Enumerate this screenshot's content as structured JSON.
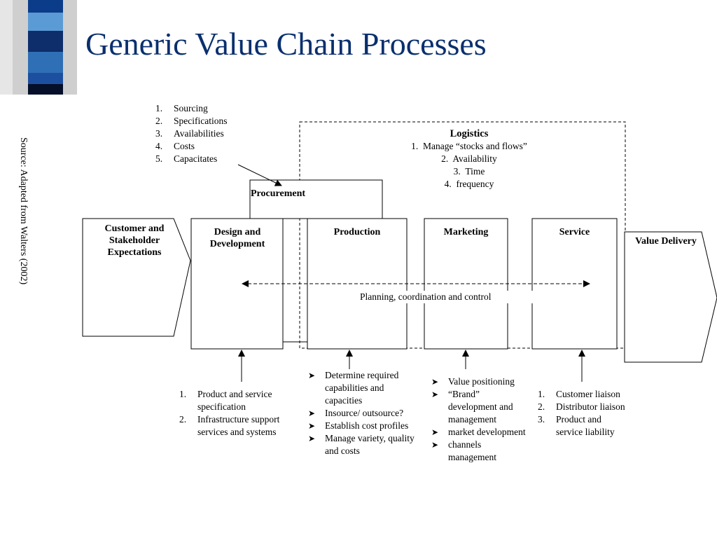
{
  "title": "Generic Value Chain Processes",
  "source": "Source: Adapted from Walters (2002)",
  "colors": {
    "title": "#0a2f6e",
    "deco_blues": [
      "#2f6fb5",
      "#1b3f86",
      "#6fa3d8",
      "#09205a"
    ]
  },
  "procurement_list": [
    "Sourcing",
    "Specifications",
    "Availabilities",
    "Costs",
    "Capacitates"
  ],
  "logistics": {
    "title": "Logistics",
    "items": [
      "Manage “stocks and flows”",
      "Availability",
      "Time",
      "frequency"
    ]
  },
  "boxes": {
    "customer": "Customer and Stakeholder Expectations",
    "design": "Design and Development",
    "procurement": "Procurement",
    "production": "Production",
    "marketing": "Marketing",
    "service": "Service",
    "value": "Value Delivery"
  },
  "planning": "Planning, coordination and control",
  "design_list": [
    "Product and service specification",
    "Infrastructure support services and systems"
  ],
  "production_list": [
    "Determine required capabilities and capacities",
    "Insource/ outsource?",
    "Establish cost profiles",
    "Manage variety, quality and costs"
  ],
  "marketing_list": [
    "Value positioning",
    "“Brand” development and management",
    "market development",
    "channels management"
  ],
  "service_list": [
    "Customer liaison",
    "Distributor liaison",
    "Product and service liability"
  ]
}
